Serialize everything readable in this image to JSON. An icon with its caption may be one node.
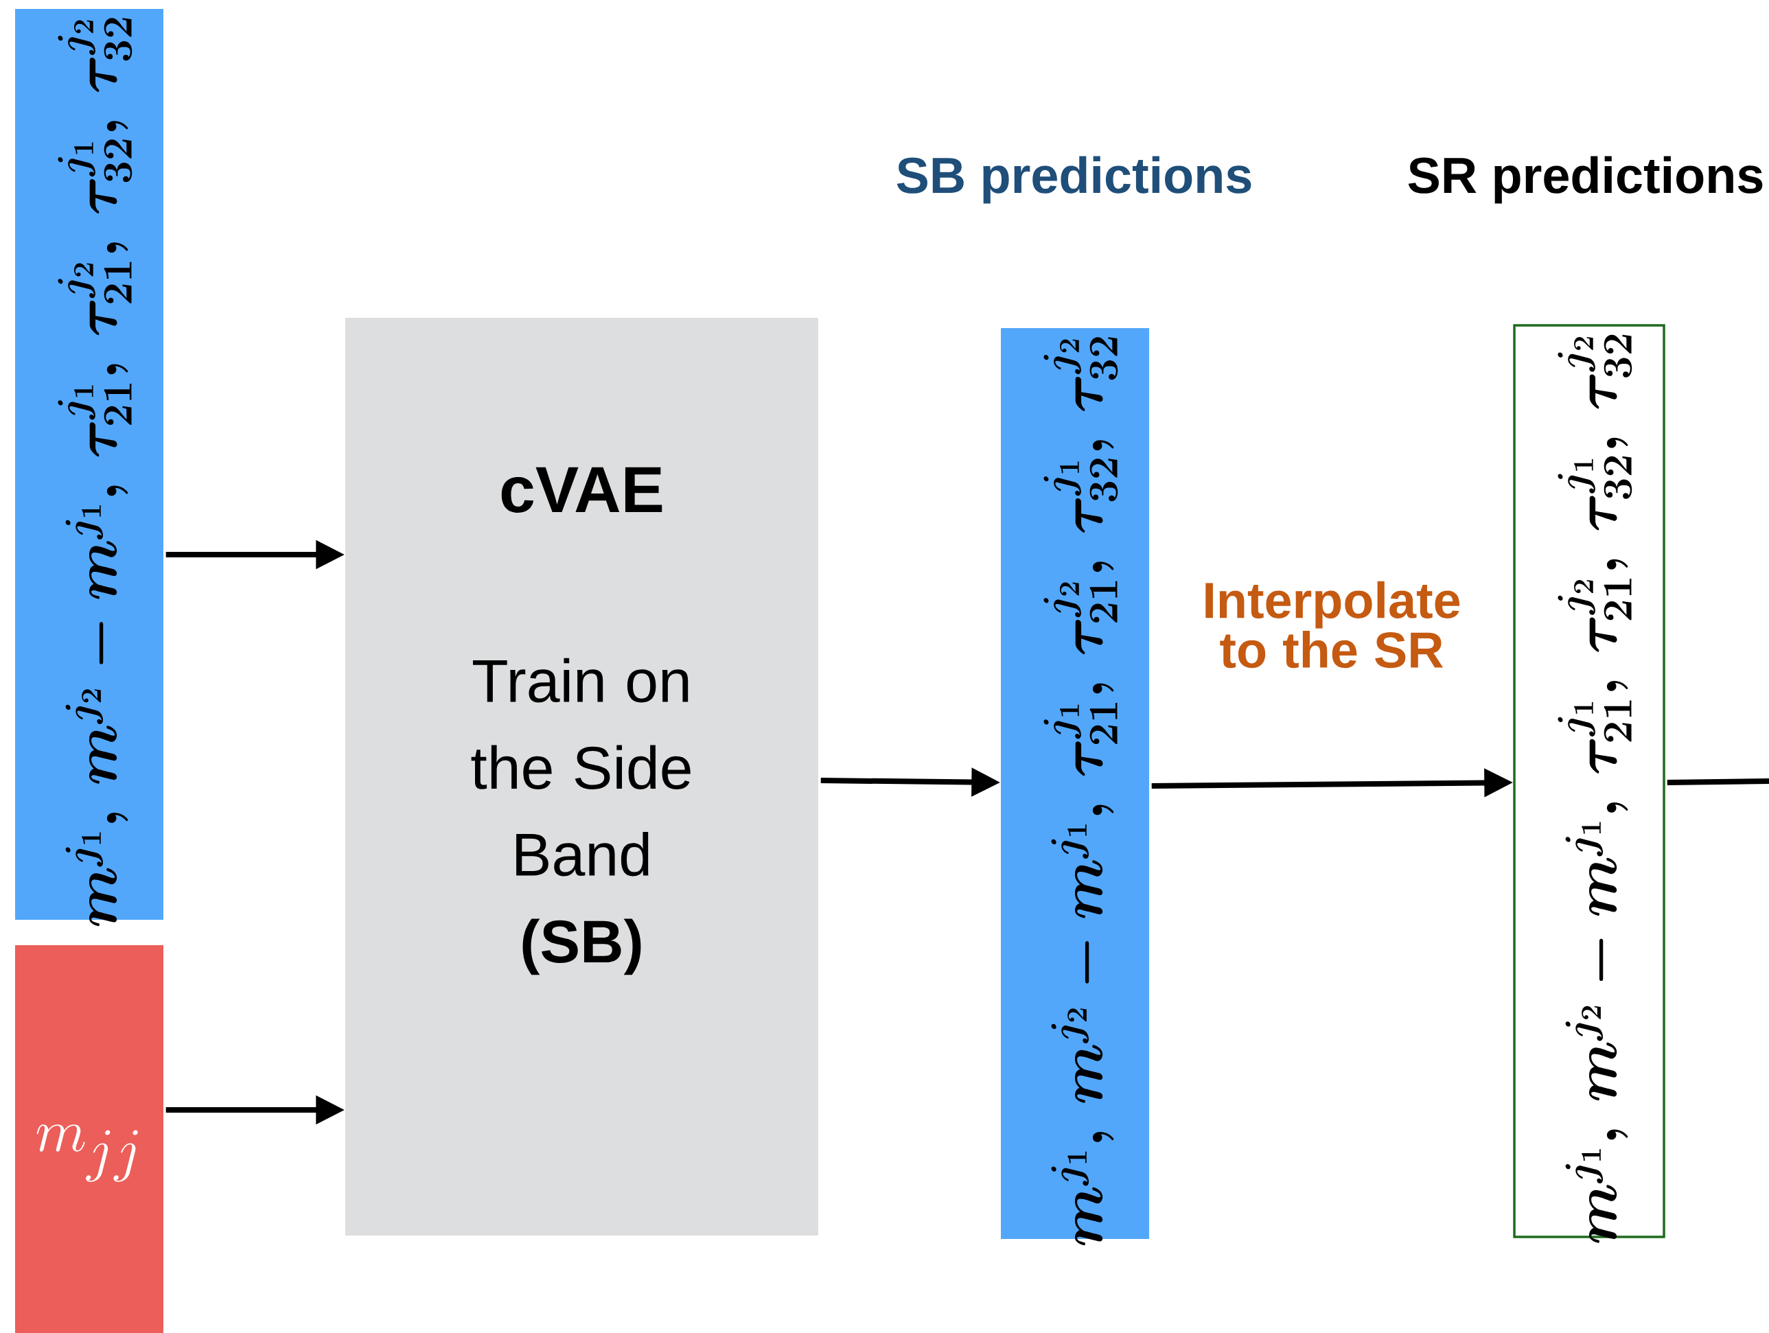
{
  "diagram": {
    "nodes": [
      {
        "text": [
          "m^{j_1},\\, m^{j_2}-m^{j_1},\\, \\tau_{21}^{j_1},\\, \\tau_{21}^{j_2},\\, \\tau_{32}^{j_1},\\, \\tau_{32}^{j_2}"
        ]
      },
      {
        "text": [
          "m_{jj}"
        ]
      },
      {
        "text": [
          "cVAE",
          "Train on the Side Band",
          "(SB)"
        ]
      },
      {
        "text": [
          "SB predictions",
          "m^{j_1},\\, m^{j_2}-m^{j_1},\\, \\tau_{21}^{j_1},\\, \\tau_{21}^{j_2},\\, \\tau_{32}^{j_1},\\, \\tau_{32}^{j_2}"
        ]
      },
      {
        "text": [
          "SR predictions",
          "m^{j_1},\\, m^{j_2}-m^{j_1},\\, \\tau_{21}^{j_1},\\, \\tau_{21}^{j_2},\\, \\tau_{32}^{j_1},\\, \\tau_{32}^{j_2}"
        ]
      }
    ],
    "edges": [
      {
        "from": 0,
        "to": 2,
        "arrow": "to"
      },
      {
        "from": 1,
        "to": 2,
        "arrow": "to"
      },
      {
        "from": 2,
        "to": 3,
        "arrow": "to"
      },
      {
        "from": 3,
        "to": 4,
        "arrow": "to",
        "label": "Interpolate to the SR"
      },
      {
        "from": 4,
        "to": null,
        "arrow": "none"
      }
    ]
  }
}
